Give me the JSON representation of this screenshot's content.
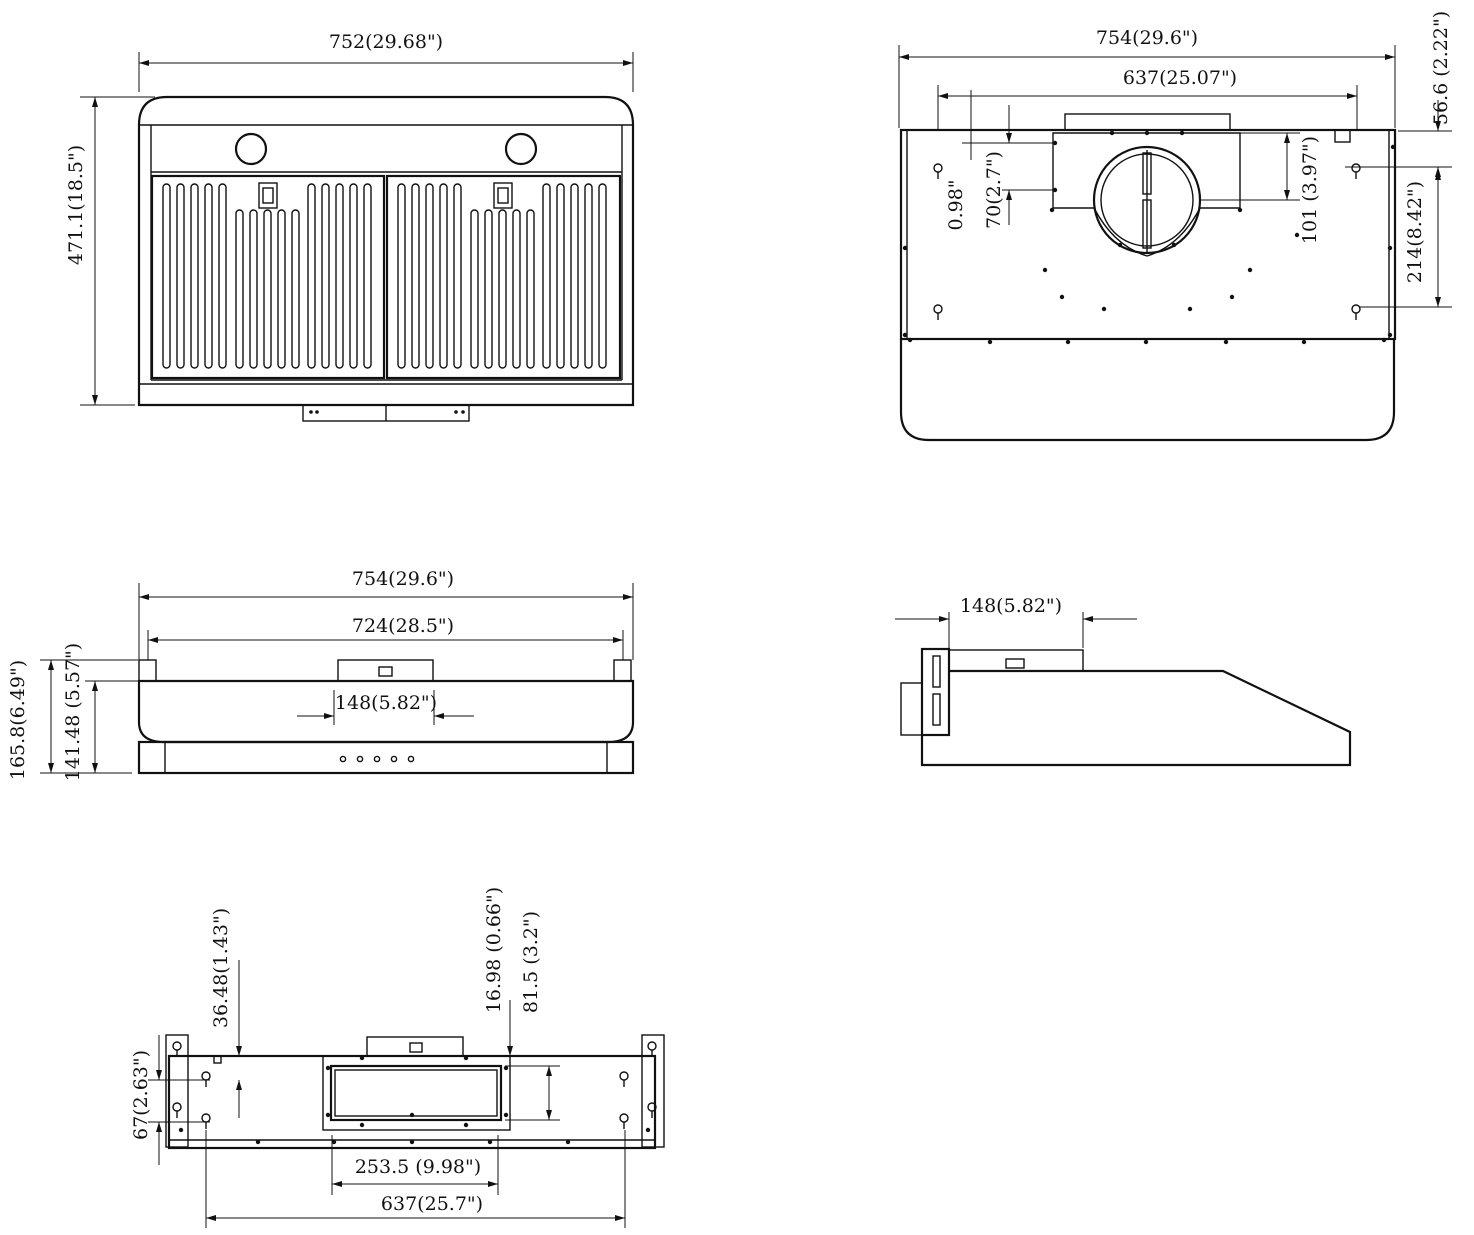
{
  "diagram": {
    "front_view": {
      "width_label": "752(29.68\")",
      "height_label": "471.1(18.5\")"
    },
    "bottom_view": {
      "width_label": "754(29.6\")",
      "inner_width_label": "637(25.07\")",
      "top_offset_label": "56.6 (2.22\")",
      "side_offset_label": "214(8.42\")",
      "duct_offset_label": "0.98\"",
      "plate_height_label": "70(2.7\")",
      "duct_height_label": "101 (3.97\")"
    },
    "rear_view": {
      "width_label": "754(29.6\")",
      "inner_width_label": "724(28.5\")",
      "duct_width_label": "148(5.82\")",
      "total_height_label": "165.8(6.49\")",
      "body_height_label": "141.48 (5.57\")"
    },
    "side_view": {
      "duct_width_label": "148(5.82\")"
    },
    "top_view": {
      "bracket_offset_label": "36.48(1.43\")",
      "duct_edge_label": "16.98 (0.66\")",
      "duct_depth_label": "81.5 (3.2\")",
      "bracket_height_label": "67(2.63\")",
      "duct_opening_label": "253.5 (9.98\")",
      "hole_spacing_label": "637(25.7\")"
    }
  }
}
